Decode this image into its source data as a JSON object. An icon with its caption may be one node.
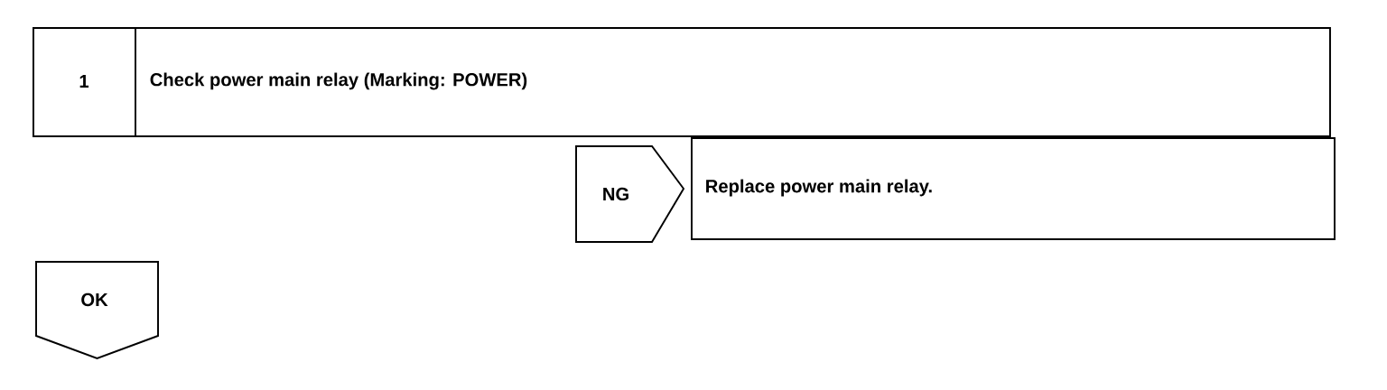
{
  "diagram": {
    "nodes": [
      {
        "text": [
          "1",
          "Check power main relay (Marking: POWER)"
        ]
      },
      {
        "text": [
          "Replace power main relay."
        ]
      },
      {
        "text": [
          "OK"
        ]
      }
    ],
    "edges": [
      {
        "from": 0,
        "to": 1,
        "arrow": "to",
        "label": "NG"
      }
    ]
  }
}
